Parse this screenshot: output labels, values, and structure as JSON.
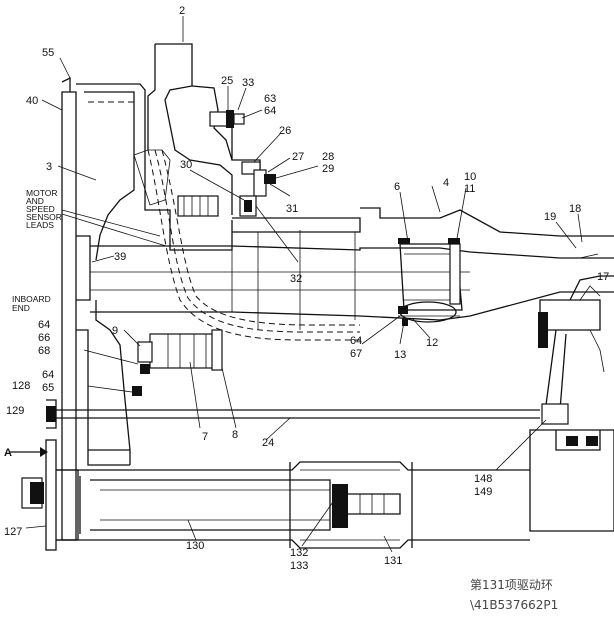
{
  "callouts": {
    "c2": "2",
    "c55": "55",
    "c40": "40",
    "c25": "25",
    "c33": "33",
    "c63_64": "63\n64",
    "c26": "26",
    "c30": "30",
    "c27": "27",
    "c28_29": "28\n29",
    "c31": "31",
    "c3": "3",
    "c6": "6",
    "c4": "4",
    "c10_11": "10\n11",
    "c19": "19",
    "c18": "18",
    "c17": "17",
    "c39": "39",
    "c32": "32",
    "c9": "9",
    "c64_66_68": "64\n66\n68",
    "c64_67": "64\n67",
    "c13": "13",
    "c12": "12",
    "c64_65": "64\n65",
    "c128": "128",
    "c129": "129",
    "c7": "7",
    "c8": "8",
    "c24": "24",
    "c148_149": "148\n149",
    "cA": "A",
    "c127": "127",
    "c130": "130",
    "c132_133": "132\n133",
    "c131": "131"
  },
  "notes": {
    "motor_leads": "MOTOR\nAND\nSPEED\nSENSOR\nLEADS",
    "inboard_end": "INBOARD\nEND"
  },
  "caption": {
    "line1": "第131项驱动环",
    "line2": "\\41B537662P1"
  },
  "icons": [
    "section-arrow-icon",
    "bolt-icon",
    "sensor-connector-icon"
  ]
}
